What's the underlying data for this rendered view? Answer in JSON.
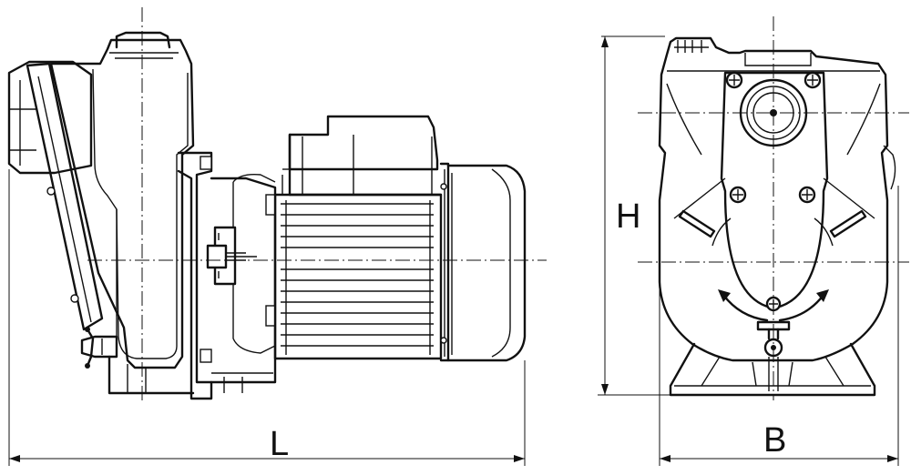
{
  "labels": {
    "length": "L",
    "height": "H",
    "width": "B"
  },
  "colors": {
    "ink": "#111111",
    "paper": "#ffffff"
  }
}
